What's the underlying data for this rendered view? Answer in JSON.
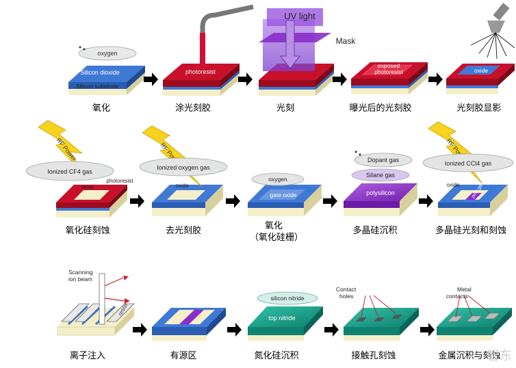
{
  "row1": {
    "step1": {
      "caption": "氧化",
      "cloud": "oxygen",
      "layer_top": "Silicon dioxide",
      "layer_bottom": "Silicon substrate"
    },
    "step2": {
      "caption": "涂光刻胶",
      "layer_top": "photoresist"
    },
    "step3": {
      "caption": "光刻",
      "uv": "UV light",
      "mask": "Mask"
    },
    "step4": {
      "caption": "曝光后的光刻胶",
      "layer_top_1": "exposed",
      "layer_top_2": "photoresist"
    },
    "step5": {
      "caption": "光刻胶显影",
      "layer_top": "oxide"
    }
  },
  "row2": {
    "step1": {
      "caption": "氧化硅刻蚀",
      "rf": "RF Power",
      "cloud": "Ionized CF4 gas",
      "l1": "photoresist",
      "l2": "oxide"
    },
    "step2": {
      "caption": "去光刻胶",
      "rf": "RF Power",
      "cloud": "Ionized oxygen gas",
      "l1": "oxide"
    },
    "step3": {
      "caption_line1": "氧化",
      "caption_line2": "（氧化硅栅）",
      "cloud": "oxygen",
      "l1": "gate oxide"
    },
    "step4": {
      "caption": "多晶硅沉积",
      "cloud1": "Dopant gas",
      "cloud2": "Silane gas",
      "l1": "polysilicon"
    },
    "step5": {
      "caption": "多晶硅光刻和刻蚀",
      "rf": "RF Power",
      "cloud": "Ionized CCl4 gas",
      "l1": "oxide",
      "l2": "poly gate"
    }
  },
  "row3": {
    "step1": {
      "caption": "离子注入",
      "label1": "Scanning",
      "label2": "ion beam",
      "l1": "resist"
    },
    "step2": {
      "caption": "有源区"
    },
    "step3": {
      "caption": "氮化硅沉积",
      "cloud": "silicon nitride",
      "l1": "top nitride"
    },
    "step4": {
      "caption": "接触孔刻蚀",
      "label1": "Contact",
      "label2": "holes"
    },
    "step5": {
      "caption": "金属沉积与刻蚀",
      "label1": "Metal",
      "label2": "contacts"
    }
  },
  "watermark": "智东",
  "colors": {
    "blue": "#3f79d6",
    "red": "#c8102a",
    "cream": "#f4efc8",
    "purple": "#8a2dc9",
    "teal": "#1aa58f",
    "yellow": "#f7d21e"
  }
}
